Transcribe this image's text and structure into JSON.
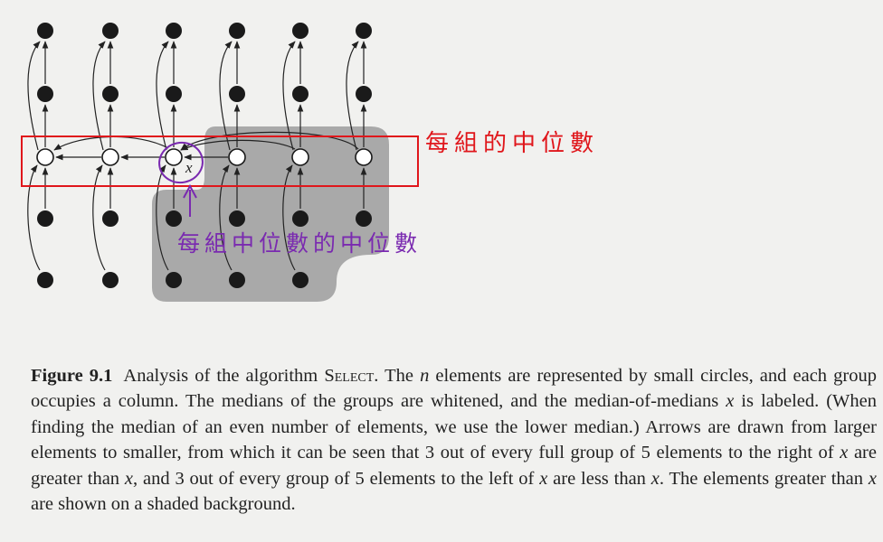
{
  "figure": {
    "median_label": "x",
    "annotation_group_medians": "每組的中位數",
    "annotation_median_of_medians": "每組中位數的中位數",
    "colors": {
      "shade": "#a9a9a9",
      "black_node": "#1a1a1a",
      "white_node": "#ffffff",
      "red_markup": "#e0161b",
      "purple_markup": "#7a2ab0"
    }
  },
  "caption": {
    "label": "Figure 9.1",
    "segments": [
      {
        "t": "Analysis of the algorithm "
      },
      {
        "t": "Select",
        "style": "sc"
      },
      {
        "t": ". The "
      },
      {
        "t": "n",
        "style": "var"
      },
      {
        "t": " elements are represented by small circles, and each group occupies a column. The medians of the groups are whitened, and the median-of-medians "
      },
      {
        "t": "x",
        "style": "var"
      },
      {
        "t": " is labeled. (When finding the median of an even number of elements, we use the lower median.) Arrows are drawn from larger elements to smaller, from which it can be seen that 3 out of every full group of 5 elements to the right of "
      },
      {
        "t": "x",
        "style": "var"
      },
      {
        "t": " are greater than "
      },
      {
        "t": "x",
        "style": "var"
      },
      {
        "t": ", and 3 out of every group of 5 elements to the left of "
      },
      {
        "t": "x",
        "style": "var"
      },
      {
        "t": " are less than "
      },
      {
        "t": "x",
        "style": "var"
      },
      {
        "t": ". The elements greater than "
      },
      {
        "t": "x",
        "style": "var"
      },
      {
        "t": " are shown on a shaded background."
      }
    ]
  }
}
